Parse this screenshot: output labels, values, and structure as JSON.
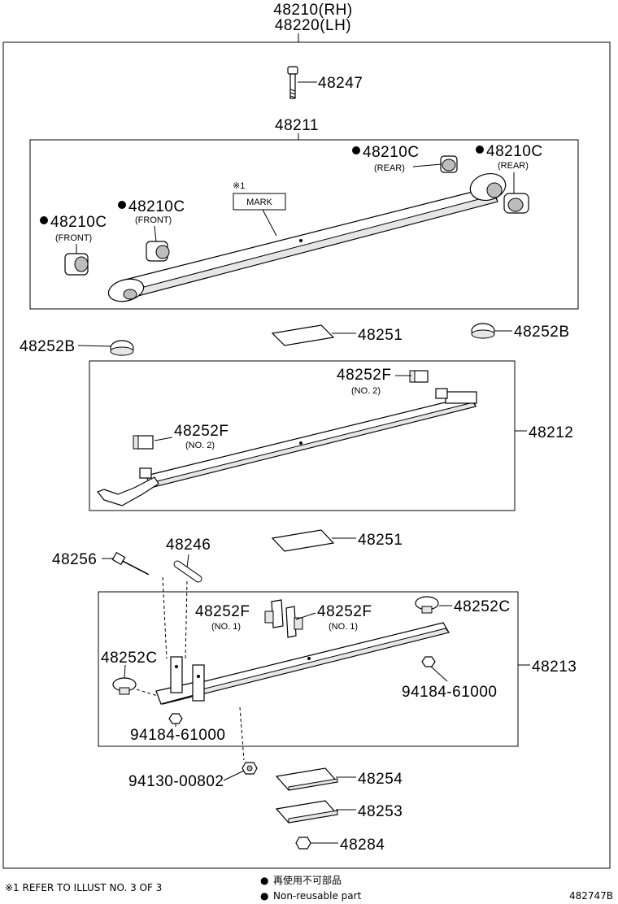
{
  "header": {
    "rh": "48210(RH)",
    "lh": "48220(LH)"
  },
  "labels": {
    "p48247": "48247",
    "p48211": "48211",
    "c_rear1": "48210C",
    "c_rear1_sub": "(REAR)",
    "c_rear2": "48210C",
    "c_rear2_sub": "(REAR)",
    "c_front1": "48210C",
    "c_front1_sub": "(FRONT)",
    "c_front2": "48210C",
    "c_front2_sub": "(FRONT)",
    "ref_mark": "※1",
    "mark": "MARK",
    "p48252B_left": "48252B",
    "p48252B_right": "48252B",
    "p48251_top": "48251",
    "p48252F_top": "48252F",
    "p48252F_top_sub": "(NO. 2)",
    "p48252F_left": "48252F",
    "p48252F_left_sub": "(NO. 2)",
    "p48212": "48212",
    "p48251_mid": "48251",
    "p48256": "48256",
    "p48246": "48246",
    "p48252F_no1_left": "48252F",
    "p48252F_no1_left_sub": "(NO. 1)",
    "p48252F_no1_right": "48252F",
    "p48252F_no1_right_sub": "(NO. 1)",
    "p48252C_right": "48252C",
    "p48252C_left": "48252C",
    "p48213": "48213",
    "p94184_right": "94184-61000",
    "p94184_left": "94184-61000",
    "p94130": "94130-00802",
    "p48254": "48254",
    "p48253": "48253",
    "p48284": "48284"
  },
  "footer": {
    "refer_note": "※1 REFER TO ILLUST NO. 3 OF 3",
    "bullet": "●",
    "legend_jp": "再使用不可部品",
    "legend_en": "Non-reusable part",
    "code": "482747B"
  }
}
